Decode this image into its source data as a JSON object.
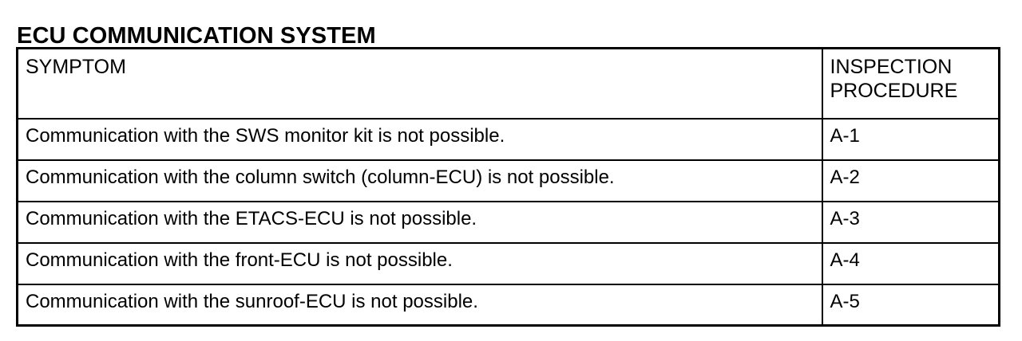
{
  "page": {
    "title": "ECU COMMUNICATION SYSTEM"
  },
  "table": {
    "headers": {
      "symptom": "SYMPTOM",
      "inspection_procedure": "INSPECTION\nPROCEDURE"
    },
    "rows": [
      {
        "symptom": "Communication with the SWS monitor kit is not possible.",
        "procedure": "A-1"
      },
      {
        "symptom": "Communication with the column switch (column-ECU) is not possible.",
        "procedure": "A-2"
      },
      {
        "symptom": "Communication with the ETACS-ECU is not possible.",
        "procedure": "A-3"
      },
      {
        "symptom": "Communication with the front-ECU is not possible.",
        "procedure": "A-4"
      },
      {
        "symptom": "Communication with the sunroof-ECU is not possible.",
        "procedure": "A-5"
      }
    ]
  },
  "colors": {
    "text": "#000000",
    "background": "#ffffff",
    "border": "#000000"
  }
}
